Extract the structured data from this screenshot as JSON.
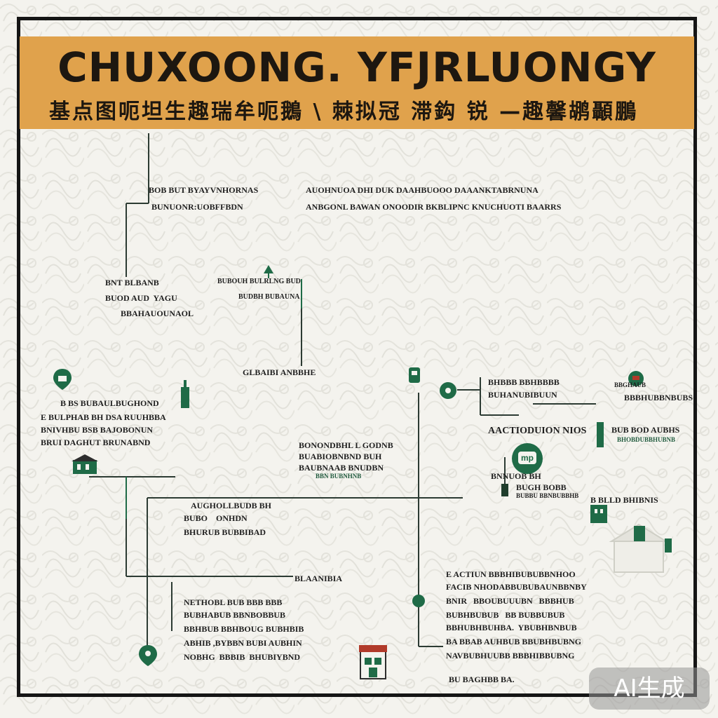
{
  "header": {
    "title": "CHUXOONG. YFJRLUONGY",
    "subtitle": "基点图呃坦生趣瑞牟呃鵝 \\ 棘拟冠  滞鈎 锐 —趣馨鹕顳鵬"
  },
  "labels": {
    "top_left_1": "BOB BUT BYAYVNHORNAS",
    "top_left_2": "BUNUONR:UOBFFBDN",
    "top_right_1": "AUOHNUOA DHI DUK DAAHBUOOO DAAANKTABRNUNA",
    "top_right_2": "ANBGONL BAWAN ONOODIR BKBLIPNC KNUCHUOTI BAARRS",
    "left_block_1": "BNT BLBANB",
    "left_block_2": "BUOD AUD  YAGU",
    "left_block_3": "BBAHAUOUNAOL",
    "mid_block_1": "BUBOUH BULRLNG BUD",
    "mid_block_2": "BUDBH BUBAUNA",
    "center_label": "GLBAIBI ANBBHE",
    "left_mid_1": "B BS BUBAULBUGHOND",
    "left_mid_2": "E BULPHAB BH DSA RUUHBBA",
    "left_mid_3": "BNIVHBU BSB BAJOBONUN",
    "left_mid_4": "BRUI DAGHUT BRUNABND",
    "center_mid_1": "BONONDBHL L GODNB",
    "center_mid_2": "BUABIOBNBND BUH",
    "center_mid_3": "BAUBNAAB BNUDBN",
    "center_mid_4": "BBN BUBNHNB",
    "right_mid_1": "BHBBB BBHBBBB",
    "right_mid_2": "BUHANUBIBUUN",
    "right_mid_3": "AACTIODUION NIOS",
    "right_top_1": "BBGHAUB",
    "right_top_2": "BBBHUBBNBUBS",
    "right_far_1": "BUB BOD AUBHS",
    "right_far_2": "BHOBDUBBHUBNB",
    "right_low_1": "BNNUOB BH",
    "right_low_2": "BUGH BOBB",
    "right_low_3": "BUBBU BBNBUBBHB",
    "right_low_4": "B BLLD BHIBNIS",
    "center_low_1": "AUGHOLLBUDB BH",
    "center_low_2": "BUBO    ONHDN",
    "center_low_3": "BHURUB BUBBIBAD",
    "center_low_4": "BLAANIBIA",
    "bottom_left_1": "NETHOBL BUB BBB BBB",
    "bottom_left_2": "BUBHABUB BBNBOBBUB",
    "bottom_left_3": "BBHBUB BBHBOUG BUBHBIB",
    "bottom_left_4": "ABHIB ,BYBBN BUBI AUBHIN",
    "bottom_left_5": "NOBHG  BBBIB  BHUBIYBND",
    "bottom_right_1": "E ACTIUN BBBHIBUBUBBNHOO",
    "bottom_right_2": "FACIB NHODABBUBUBAUNBBNBY",
    "bottom_right_3": "BNIR   BBOUBUUUBN   BBBHUB",
    "bottom_right_4": "BUBHBUBUB   BB BUBBUBUB",
    "bottom_right_5": "BBHUBHBUHBA.  YBUBHBNBUB",
    "bottom_right_6": "BA BBAB AUHBUB BBUBHBUBNG",
    "bottom_right_7": "NAVBUBHUUBB BBBHIBBUBNG",
    "bottom_right_8": "BU BAGHBB BA.",
    "pin_tag": "mp"
  },
  "badge": {
    "text": "AI生成"
  },
  "colors": {
    "banner": "#e0a24c",
    "frame": "#151515",
    "pin": "#1f6b47",
    "background": "#f4f3ee"
  },
  "icons": [
    "map-pin-icon",
    "house-icon",
    "building-icon",
    "tree-icon",
    "shop-icon"
  ]
}
